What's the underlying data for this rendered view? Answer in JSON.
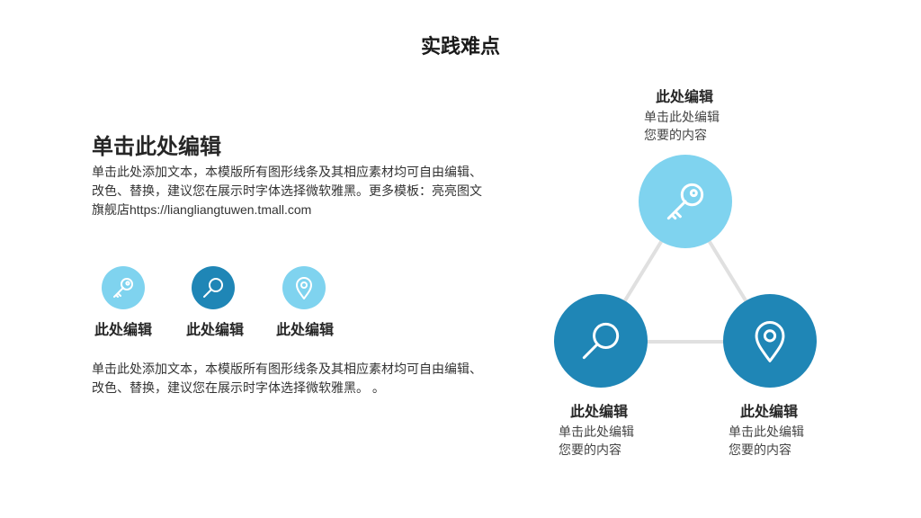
{
  "title": "实践难点",
  "left": {
    "heading": "单击此处编辑",
    "paragraph1": "单击此处添加文本，本模版所有图形线条及其相应素材均可自由编辑、改色、替换，建议您在展示时字体选择微软雅黑。更多模板：亮亮图文旗舰店https://liangliangtuwen.tmall.com",
    "icons": [
      {
        "label": "此处编辑",
        "icon": "key-icon",
        "color": "#7fd3ef"
      },
      {
        "label": "此处编辑",
        "icon": "search-icon",
        "color": "#1f86b6"
      },
      {
        "label": "此处编辑",
        "icon": "location-pin-icon",
        "color": "#7fd3ef"
      }
    ],
    "paragraph2": "单击此处添加文本，本模版所有图形线条及其相应素材均可自由编辑、改色、替换，建议您在展示时字体选择微软雅黑。 。"
  },
  "diagram": {
    "top": {
      "title": "此处编辑",
      "line1": "单击此处编辑",
      "line2": "您要的内容",
      "icon": "key-icon",
      "color": "#7fd3ef"
    },
    "left": {
      "title": "此处编辑",
      "line1": "单击此处编辑",
      "line2": "您要的内容",
      "icon": "search-icon",
      "color": "#1f86b6"
    },
    "right": {
      "title": "此处编辑",
      "line1": "单击此处编辑",
      "line2": "您要的内容",
      "icon": "location-pin-icon",
      "color": "#1f86b6"
    },
    "connector_color": "#e0e0e0"
  }
}
